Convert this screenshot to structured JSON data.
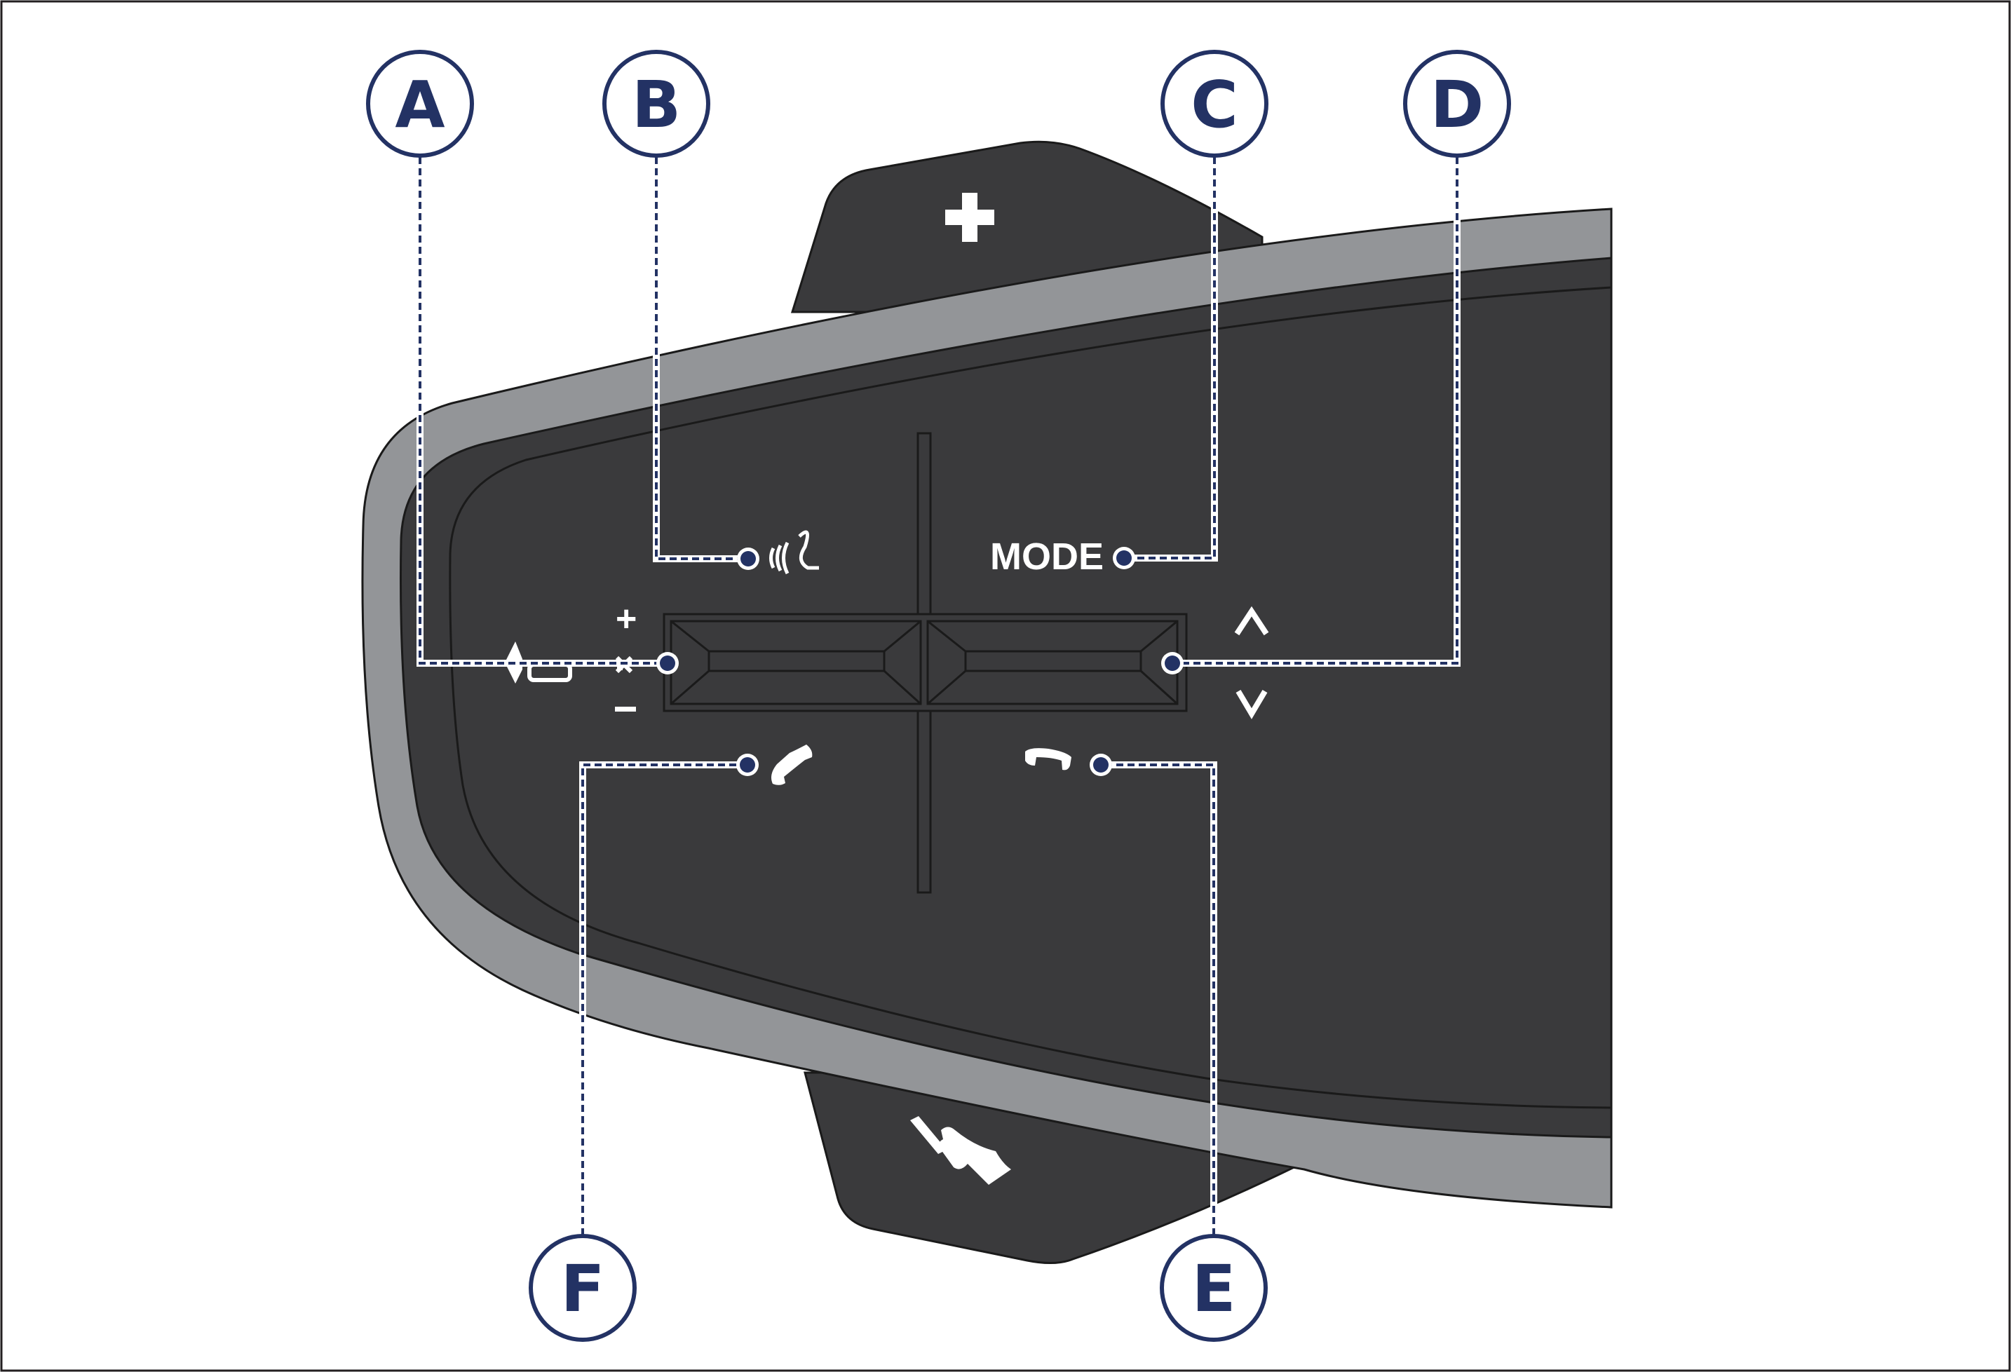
{
  "diagram": {
    "callouts": {
      "A": {
        "letter": "A",
        "function": "volume / mute"
      },
      "B": {
        "letter": "B",
        "function": "voice command"
      },
      "C": {
        "letter": "C",
        "function": "mode"
      },
      "D": {
        "letter": "D",
        "function": "up / down"
      },
      "E": {
        "letter": "E",
        "function": "end call"
      },
      "F": {
        "letter": "F",
        "function": "answer call"
      }
    },
    "labels": {
      "mode": "MODE",
      "plus_small": "+",
      "minus_small": "−",
      "up": "^",
      "down": "v"
    },
    "icons": {
      "volume": "volume-mute-icon",
      "voice": "voice-command-icon",
      "answer": "answer-phone-icon",
      "hangup": "hangup-phone-icon",
      "big_plus": "plus-icon",
      "intercom": "intercom-icon"
    },
    "colors": {
      "callout_navy": "#233264",
      "body_dark": "#3a3a3c",
      "rim_gray": "#939598",
      "ink_white": "#ffffff"
    }
  }
}
